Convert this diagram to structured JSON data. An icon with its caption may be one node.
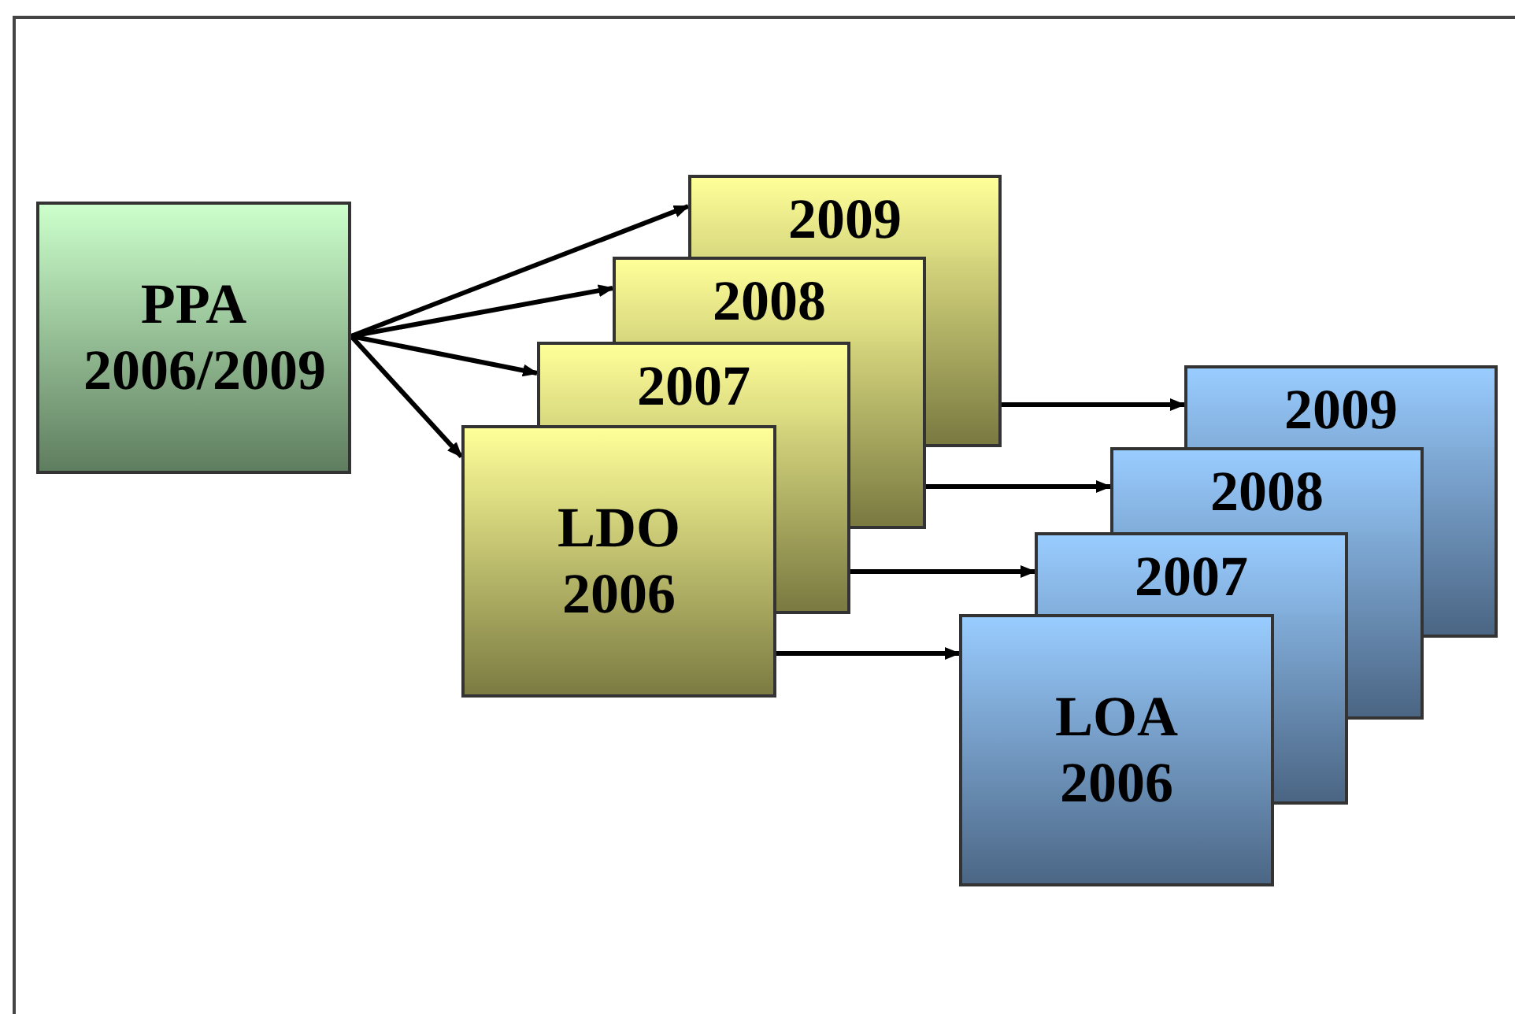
{
  "diagram": {
    "nodes": [
      {
        "text": [
          "PPA 2006/2009"
        ]
      },
      {
        "text": [
          "2009"
        ]
      },
      {
        "text": [
          "2008"
        ]
      },
      {
        "text": [
          "2007"
        ]
      },
      {
        "text": [
          "LDO 2006"
        ]
      },
      {
        "text": [
          "2009"
        ]
      },
      {
        "text": [
          "2008"
        ]
      },
      {
        "text": [
          "2007"
        ]
      },
      {
        "text": [
          "LOA 2006"
        ]
      }
    ],
    "edges": [
      {
        "from": 0,
        "to": 1,
        "arrow": "to"
      },
      {
        "from": 0,
        "to": 2,
        "arrow": "to"
      },
      {
        "from": 0,
        "to": 3,
        "arrow": "to"
      },
      {
        "from": 0,
        "to": 4,
        "arrow": "to"
      },
      {
        "from": 1,
        "to": 5,
        "arrow": "to"
      },
      {
        "from": 2,
        "to": 6,
        "arrow": "to"
      },
      {
        "from": 3,
        "to": 7,
        "arrow": "to"
      },
      {
        "from": 4,
        "to": 8,
        "arrow": "to"
      }
    ]
  }
}
